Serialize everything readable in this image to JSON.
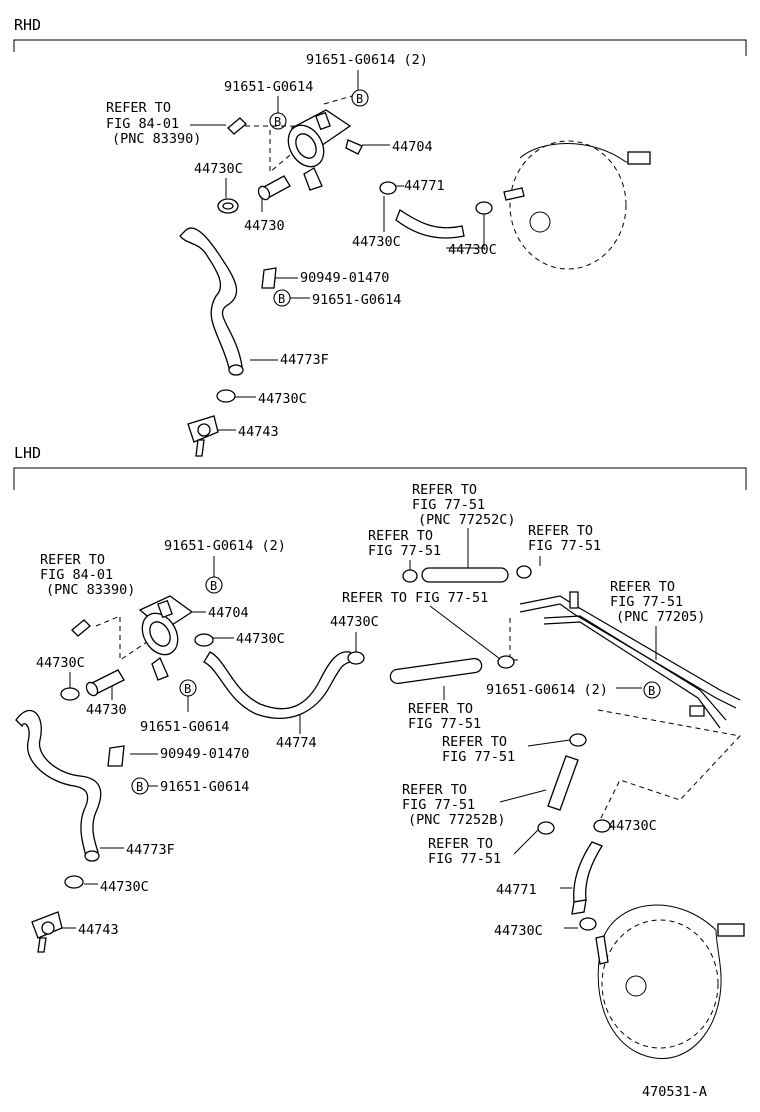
{
  "sections": {
    "rhd": "RHD",
    "lhd": "LHD"
  },
  "footer": {
    "code": "470531-A"
  },
  "badge": "B",
  "rhd_labels": {
    "bolt2": "91651-G0614 (2)",
    "bolt": "91651-G0614",
    "refer_1": "REFER TO",
    "refer_2": "FIG 84-01",
    "refer_3": "(PNC 83390)",
    "p44704": "44704",
    "p44730c_a": "44730C",
    "p44730": "44730",
    "p44771": "44771",
    "p44730c_b": "44730C",
    "p44730c_c": "44730C",
    "clip": "90949-01470",
    "bolt_b": "91651-G0614",
    "p44773f": "44773F",
    "p44730c_d": "44730C",
    "p44743": "44743"
  },
  "lhd_labels": {
    "refer_a1": "REFER TO",
    "refer_a2": "FIG 77-51",
    "refer_a3": "(PNC 77252C)",
    "refer_b1": "REFER TO",
    "refer_b2": "FIG 77-51",
    "refer_c1": "REFER TO",
    "refer_c2": "FIG 77-51",
    "refer_d1": "REFER TO",
    "refer_d2": "FIG 84-01",
    "refer_d3": "(PNC 83390)",
    "bolt2": "91651-G0614 (2)",
    "p44704": "44704",
    "p44730c_a": "44730C",
    "refer_e": "REFER TO FIG 77-51",
    "p44730c_b": "44730C",
    "refer_f1": "REFER TO",
    "refer_f2": "FIG 77-51",
    "refer_f3": "(PNC 77205)",
    "p44730c_c": "44730C",
    "p44730": "44730",
    "bolt": "91651-G0614",
    "p44774": "44774",
    "refer_g1": "REFER TO",
    "refer_g2": "FIG 77-51",
    "bolt2_b": "91651-G0614 (2)",
    "clip": "90949-01470",
    "refer_h1": "REFER TO",
    "refer_h2": "FIG 77-51",
    "bolt_b": "91651-G0614",
    "refer_i1": "REFER TO",
    "refer_i2": "FIG 77-51",
    "refer_i3": "(PNC 77252B)",
    "p44773f": "44773F",
    "p44730c_d": "44730C",
    "refer_j1": "REFER TO",
    "refer_j2": "FIG 77-51",
    "p44730c_e": "44730C",
    "p44771": "44771",
    "p44730c_f": "44730C",
    "p44743": "44743"
  }
}
